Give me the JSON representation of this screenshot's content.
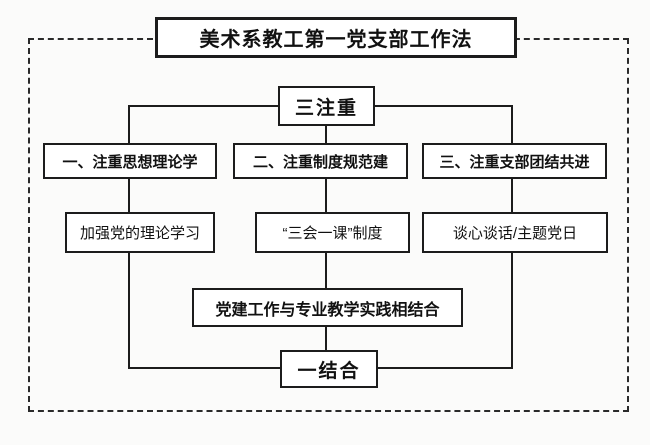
{
  "diagram": {
    "title": "美术系教工第一党支部工作法",
    "root": "三注重",
    "branches": [
      {
        "heading": "一、注重思想理论学",
        "detail": "加强党的理论学习"
      },
      {
        "heading": "二、注重制度规范建",
        "detail": "“三会一课”制度"
      },
      {
        "heading": "三、注重支部团结共进",
        "detail": "谈心谈话/主题党日"
      }
    ],
    "integration": "党建工作与专业教学实践相结合",
    "footer": "一结合"
  },
  "colors": {
    "line": "#1c1c1c",
    "background": "#fbfbfa",
    "box_background": "#ffffff"
  }
}
